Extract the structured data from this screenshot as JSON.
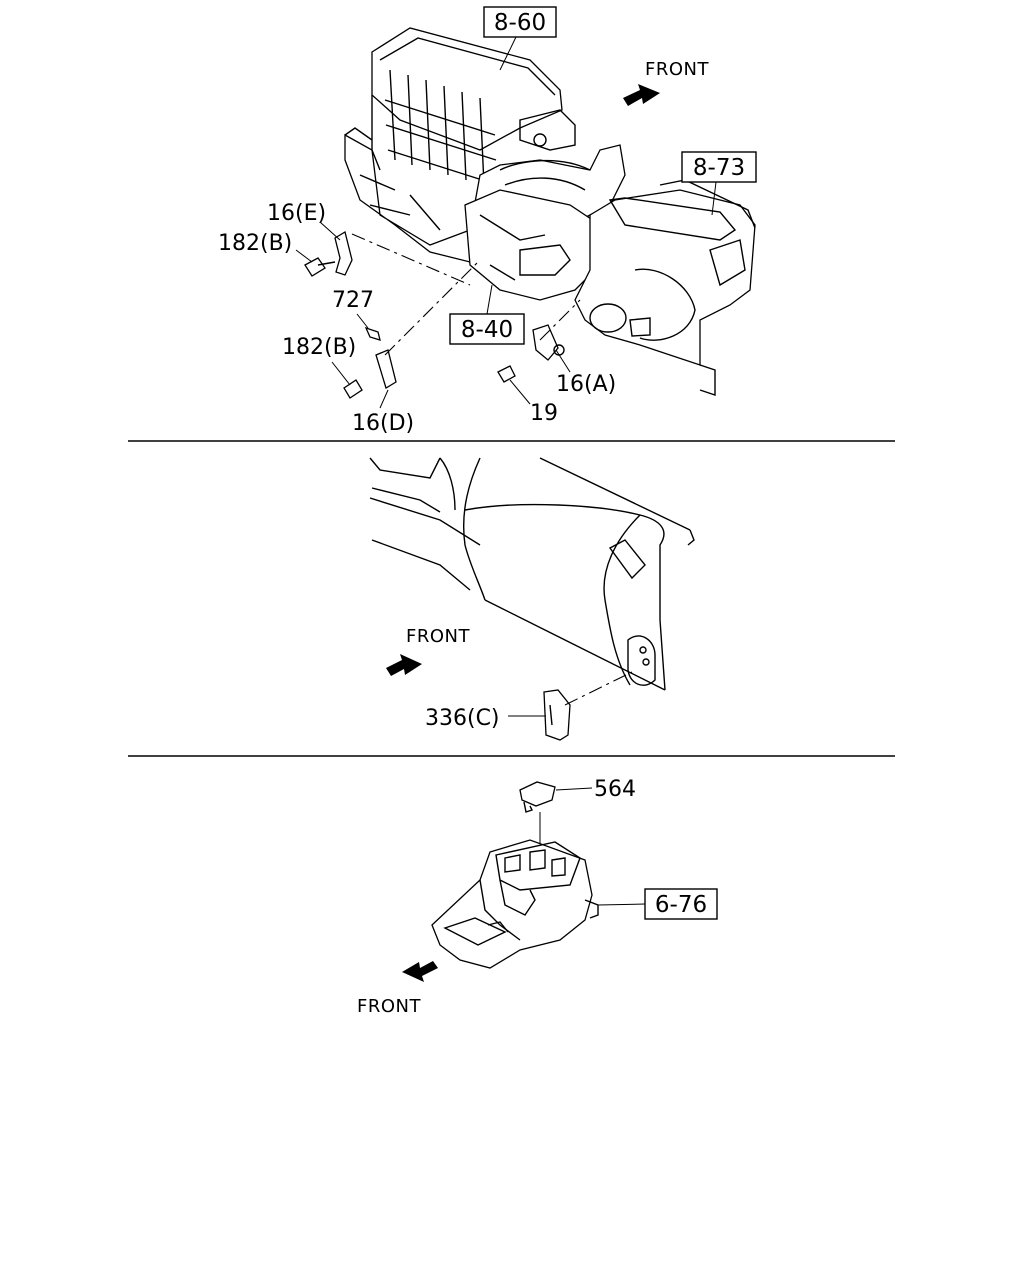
{
  "sections": {
    "top": {
      "front_label": "FRONT",
      "refs": {
        "hvac_case": "8-60",
        "blower": "8-73",
        "heater_unit": "8-40"
      },
      "parts": {
        "bracket_e": "16(E)",
        "bolt_b_upper": "182(B)",
        "clip": "727",
        "bolt_b_lower": "182(B)",
        "bracket_d": "16(D)",
        "bracket_a": "16(A)",
        "screw": "19"
      }
    },
    "middle": {
      "front_label": "FRONT",
      "parts": {
        "bracket_c": "336(C)"
      }
    },
    "bottom": {
      "front_label": "FRONT",
      "refs": {
        "console": "6-76"
      },
      "parts": {
        "cap": "564"
      }
    }
  }
}
